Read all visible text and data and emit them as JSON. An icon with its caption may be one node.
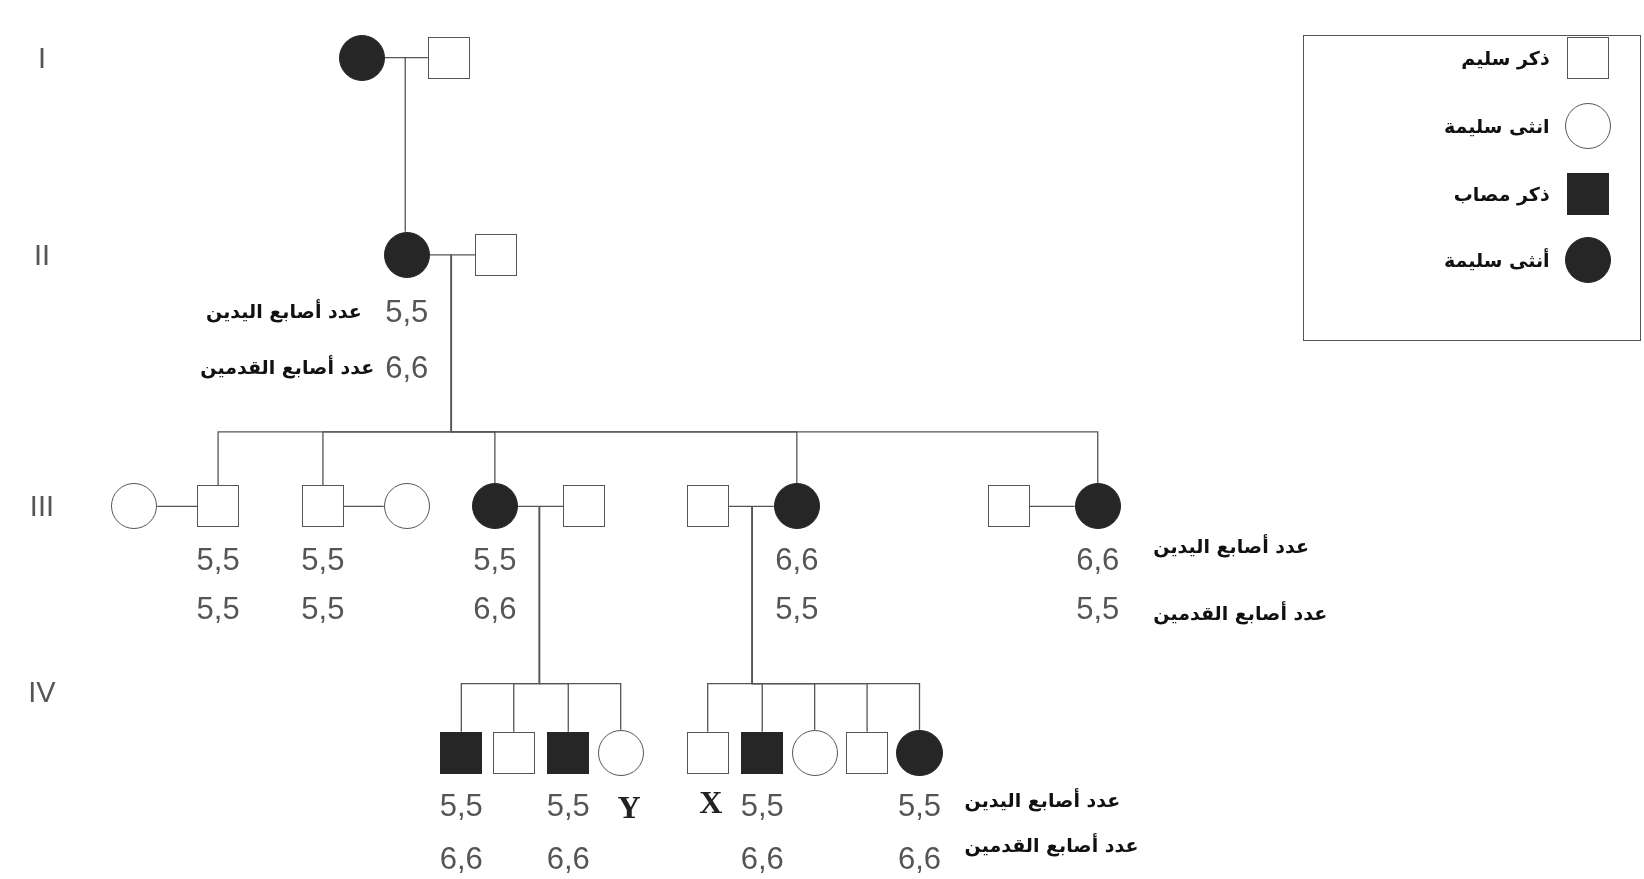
{
  "diagram": {
    "nodes": [
      {
        "text": [],
        "shape": "disc"
      },
      {
        "text": [],
        "shape": "box"
      },
      {
        "text": [],
        "shape": "disc",
        "beside": [
          "5,5",
          "6,6"
        ]
      },
      {
        "text": [],
        "shape": "box"
      },
      {
        "text": [],
        "shape": "circle"
      },
      {
        "text": [],
        "shape": "box",
        "beside": [
          "5,5",
          "5,5"
        ]
      },
      {
        "text": [],
        "shape": "box",
        "beside": [
          "5,5",
          "5,5"
        ]
      },
      {
        "text": [],
        "shape": "circle"
      },
      {
        "text": [],
        "shape": "disc",
        "beside": [
          "5,5",
          "6,6"
        ]
      },
      {
        "text": [],
        "shape": "box"
      },
      {
        "text": [],
        "shape": "box"
      },
      {
        "text": [],
        "shape": "disc",
        "beside": [
          "6,6",
          "5,5"
        ]
      },
      {
        "text": [],
        "shape": "box"
      },
      {
        "text": [],
        "shape": "disc",
        "beside": [
          "6,6",
          "5,5"
        ]
      },
      {
        "text": [],
        "shape": "block",
        "beside": [
          "5,5",
          "6,6"
        ]
      },
      {
        "text": [],
        "shape": "box"
      },
      {
        "text": [],
        "shape": "block",
        "beside": [
          "5,5",
          "6,6"
        ]
      },
      {
        "text": [],
        "shape": "circle",
        "beside": [
          "Y"
        ]
      },
      {
        "text": [],
        "shape": "box",
        "beside": [
          "X"
        ]
      },
      {
        "text": [],
        "shape": "block",
        "beside": [
          "5,5",
          "6,6"
        ]
      },
      {
        "text": [],
        "shape": "circle"
      },
      {
        "text": [],
        "shape": "box"
      },
      {
        "text": [],
        "shape": "disc",
        "beside": [
          "5,5",
          "6,6"
        ]
      }
    ],
    "edges": [
      {
        "from": 0,
        "to": 1,
        "arrow": "none"
      },
      {
        "from": 0,
        "to": 2,
        "arrow": "none"
      },
      {
        "from": 2,
        "to": 3,
        "arrow": "none"
      },
      {
        "from": 2,
        "to": 5,
        "arrow": "none"
      },
      {
        "from": 2,
        "to": 6,
        "arrow": "none"
      },
      {
        "from": 2,
        "to": 8,
        "arrow": "none"
      },
      {
        "from": 2,
        "to": 11,
        "arrow": "none"
      },
      {
        "from": 2,
        "to": 13,
        "arrow": "none"
      },
      {
        "from": 4,
        "to": 5,
        "arrow": "none"
      },
      {
        "from": 6,
        "to": 7,
        "arrow": "none"
      },
      {
        "from": 8,
        "to": 9,
        "arrow": "none"
      },
      {
        "from": 10,
        "to": 11,
        "arrow": "none"
      },
      {
        "from": 12,
        "to": 13,
        "arrow": "none"
      },
      {
        "from": 8,
        "to": 14,
        "arrow": "none"
      },
      {
        "from": 8,
        "to": 15,
        "arrow": "none"
      },
      {
        "from": 8,
        "to": 16,
        "arrow": "none"
      },
      {
        "from": 8,
        "to": 17,
        "arrow": "none"
      },
      {
        "from": 11,
        "to": 18,
        "arrow": "none"
      },
      {
        "from": 11,
        "to": 19,
        "arrow": "none"
      },
      {
        "from": 11,
        "to": 20,
        "arrow": "none"
      },
      {
        "from": 11,
        "to": 21,
        "arrow": "none"
      },
      {
        "from": 11,
        "to": 22,
        "arrow": "none"
      }
    ],
    "labels": [
      "I",
      "II",
      "عدد أصابع اليدين",
      "عدد أصابع القدمين",
      "III",
      "عدد أصابع اليدين",
      "عدد أصابع القدمين",
      "IV",
      "عدد أصابع اليدين",
      "عدد أصابع القدمين"
    ],
    "legend": [
      {
        "text": "ذكر سليم"
      },
      {
        "text": "انثى سليمة"
      },
      {
        "text": "ذكر مصاب"
      },
      {
        "text": "أنثى سليمة"
      }
    ]
  }
}
